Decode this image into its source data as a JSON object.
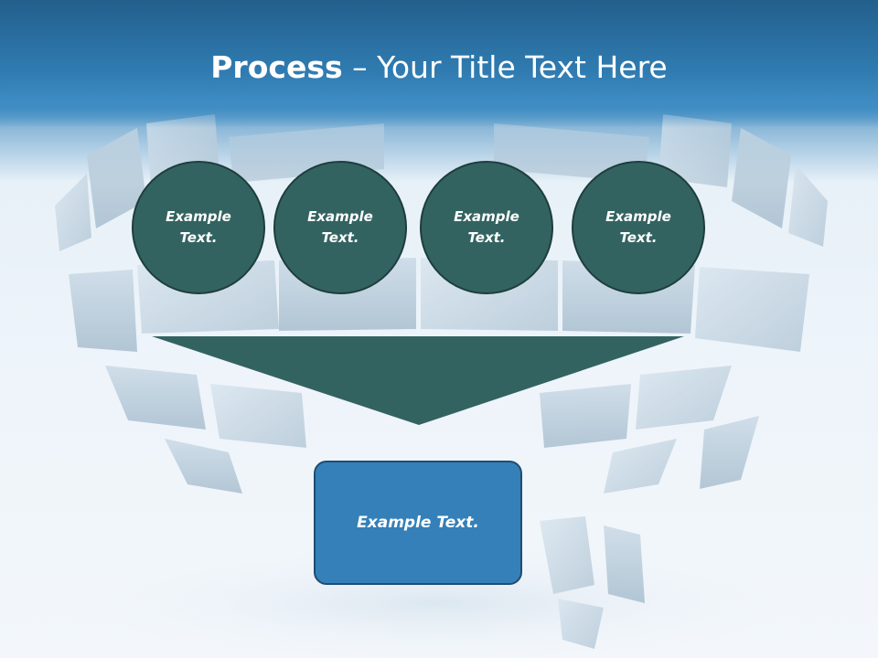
{
  "title": {
    "bold": "Process",
    "rest": " – Your Title Text Here"
  },
  "circles": [
    {
      "text": "Example\nText."
    },
    {
      "text": "Example\nText."
    },
    {
      "text": "Example\nText."
    },
    {
      "text": "Example\nText."
    }
  ],
  "result": {
    "text": "Example Text."
  },
  "colors": {
    "title_band": "#2f7bb0",
    "circle_fill": "#336361",
    "arrow_fill": "#336361",
    "result_fill": "#3580b8",
    "text": "#ffffff"
  }
}
